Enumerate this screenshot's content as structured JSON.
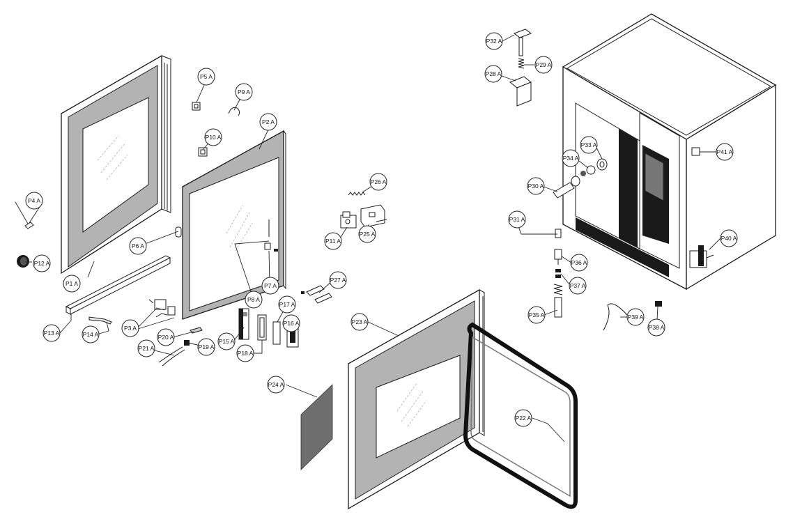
{
  "diagram": {
    "labels": [
      {
        "id": "p1",
        "text": "P1 A"
      },
      {
        "id": "p2",
        "text": "P2 A"
      },
      {
        "id": "p3",
        "text": "P3 A"
      },
      {
        "id": "p4",
        "text": "P4 A"
      },
      {
        "id": "p5",
        "text": "P5 A"
      },
      {
        "id": "p6",
        "text": "P6 A"
      },
      {
        "id": "p7",
        "text": "P7 A"
      },
      {
        "id": "p8",
        "text": "P8 A"
      },
      {
        "id": "p9",
        "text": "P9 A"
      },
      {
        "id": "p10",
        "text": "P10 A"
      },
      {
        "id": "p11",
        "text": "P11 A"
      },
      {
        "id": "p12",
        "text": "P12 A"
      },
      {
        "id": "p13",
        "text": "P13 A"
      },
      {
        "id": "p14",
        "text": "P14 A"
      },
      {
        "id": "p15",
        "text": "P15 A"
      },
      {
        "id": "p16",
        "text": "P16 A"
      },
      {
        "id": "p17",
        "text": "P17 A"
      },
      {
        "id": "p18",
        "text": "P18 A"
      },
      {
        "id": "p19",
        "text": "P19 A"
      },
      {
        "id": "p20",
        "text": "P20 A"
      },
      {
        "id": "p21",
        "text": "P21 A"
      },
      {
        "id": "p22",
        "text": "P22 A"
      },
      {
        "id": "p23",
        "text": "P23 A"
      },
      {
        "id": "p24",
        "text": "P24 A"
      },
      {
        "id": "p25",
        "text": "P25 A"
      },
      {
        "id": "p26",
        "text": "P26 A"
      },
      {
        "id": "p27",
        "text": "P27 A"
      },
      {
        "id": "p28",
        "text": "P28 A"
      },
      {
        "id": "p29",
        "text": "P29 A"
      },
      {
        "id": "p30",
        "text": "P30 A"
      },
      {
        "id": "p31",
        "text": "P31 A"
      },
      {
        "id": "p32",
        "text": "P32 A"
      },
      {
        "id": "p33",
        "text": "P33 A"
      },
      {
        "id": "p34",
        "text": "P34 A"
      },
      {
        "id": "p35",
        "text": "P35 A"
      },
      {
        "id": "p36",
        "text": "P36 A"
      },
      {
        "id": "p37",
        "text": "P37 A"
      },
      {
        "id": "p38",
        "text": "P38 A"
      },
      {
        "id": "p39",
        "text": "P39 A"
      },
      {
        "id": "p40",
        "text": "P40 A"
      },
      {
        "id": "p41",
        "text": "P41 A"
      }
    ]
  }
}
